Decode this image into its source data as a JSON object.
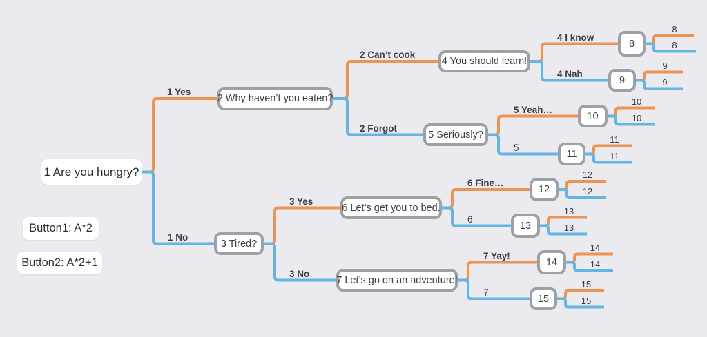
{
  "colors": {
    "background": "#eaeaef",
    "edge_orange": "#ed9455",
    "edge_blue": "#62b5e5",
    "node_border": "#9da0a5",
    "node_bg": "#ffffff",
    "text": "#3a3f46"
  },
  "controls": {
    "button1": "Button1: A*2",
    "button2": "Button2: A*2+1"
  },
  "root": {
    "id": "1",
    "label": "1 Are you hungry?"
  },
  "nodes": [
    {
      "id": "2",
      "label": "2 Why haven’t you eaten?",
      "edge_label": "2 Can’t cook",
      "parent_edge_label": "1 Yes"
    },
    {
      "id": "3",
      "label": "3 Tired?",
      "parent_edge_label": "1 No"
    },
    {
      "id": "4",
      "label": "4 You should learn!",
      "parent_edge_label": "2 Can’t cook"
    },
    {
      "id": "5",
      "label": "5 Seriously?",
      "parent_edge_label": "2 Forgot"
    },
    {
      "id": "6",
      "label": "6 Let’s get you to bed.",
      "parent_edge_label": "3 Yes"
    },
    {
      "id": "7",
      "label": "7 Let’s go on an adventure!",
      "parent_edge_label": "3 No"
    },
    {
      "id": "8",
      "label": "8",
      "parent_edge_label": "4 I know",
      "stub_labels": [
        "8",
        "8"
      ]
    },
    {
      "id": "9",
      "label": "9",
      "parent_edge_label": "4 Nah",
      "stub_labels": [
        "9",
        "9"
      ]
    },
    {
      "id": "10",
      "label": "10",
      "parent_edge_label": "5 Yeah…",
      "stub_labels": [
        "10",
        "10"
      ]
    },
    {
      "id": "11",
      "label": "11",
      "parent_edge_label": "5",
      "stub_labels": [
        "11",
        "11"
      ]
    },
    {
      "id": "12",
      "label": "12",
      "parent_edge_label": "6 Fine…",
      "stub_labels": [
        "12",
        "12"
      ]
    },
    {
      "id": "13",
      "label": "13",
      "parent_edge_label": "6",
      "stub_labels": [
        "13",
        "13"
      ]
    },
    {
      "id": "14",
      "label": "14",
      "parent_edge_label": "7 Yay!",
      "stub_labels": [
        "14",
        "14"
      ]
    },
    {
      "id": "15",
      "label": "15",
      "parent_edge_label": "7",
      "stub_labels": [
        "15",
        "15"
      ]
    }
  ]
}
